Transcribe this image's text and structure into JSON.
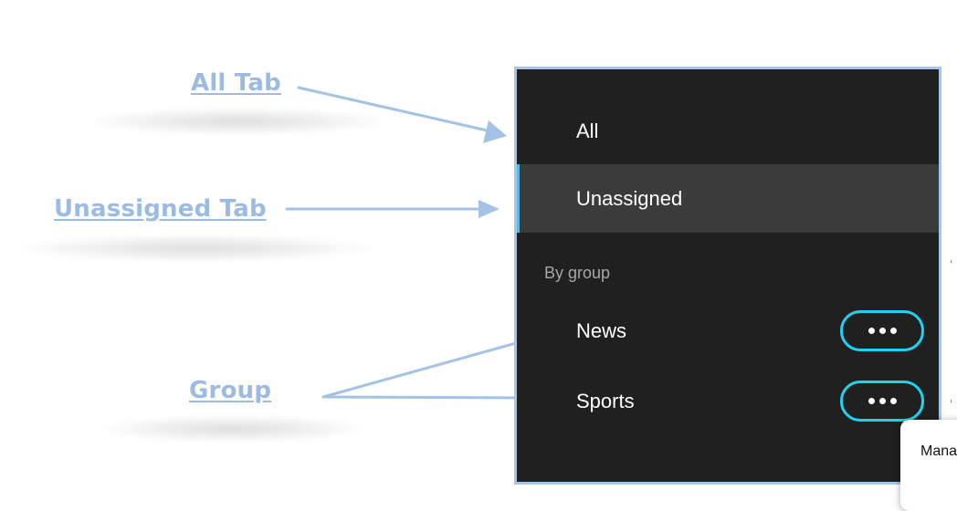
{
  "annotations": {
    "all_tab": "All Tab",
    "unassigned_tab": "Unassigned Tab",
    "group": "Group"
  },
  "panel": {
    "tabs": [
      {
        "label": "All",
        "selected": false
      },
      {
        "label": "Unassigned",
        "selected": true
      }
    ],
    "section_header": "By group",
    "groups": [
      {
        "label": "News",
        "more_icon": "more-horizontal-icon"
      },
      {
        "label": "Sports",
        "more_icon": "more-horizontal-icon"
      }
    ]
  },
  "popup": {
    "first_item": "Mana"
  },
  "colors": {
    "annotation": "#9bbbe3",
    "panel_background": "#202020",
    "selected_background": "#3b3b3b",
    "highlight_outline": "#1fd3f0",
    "panel_border": "#a6c4e8"
  }
}
